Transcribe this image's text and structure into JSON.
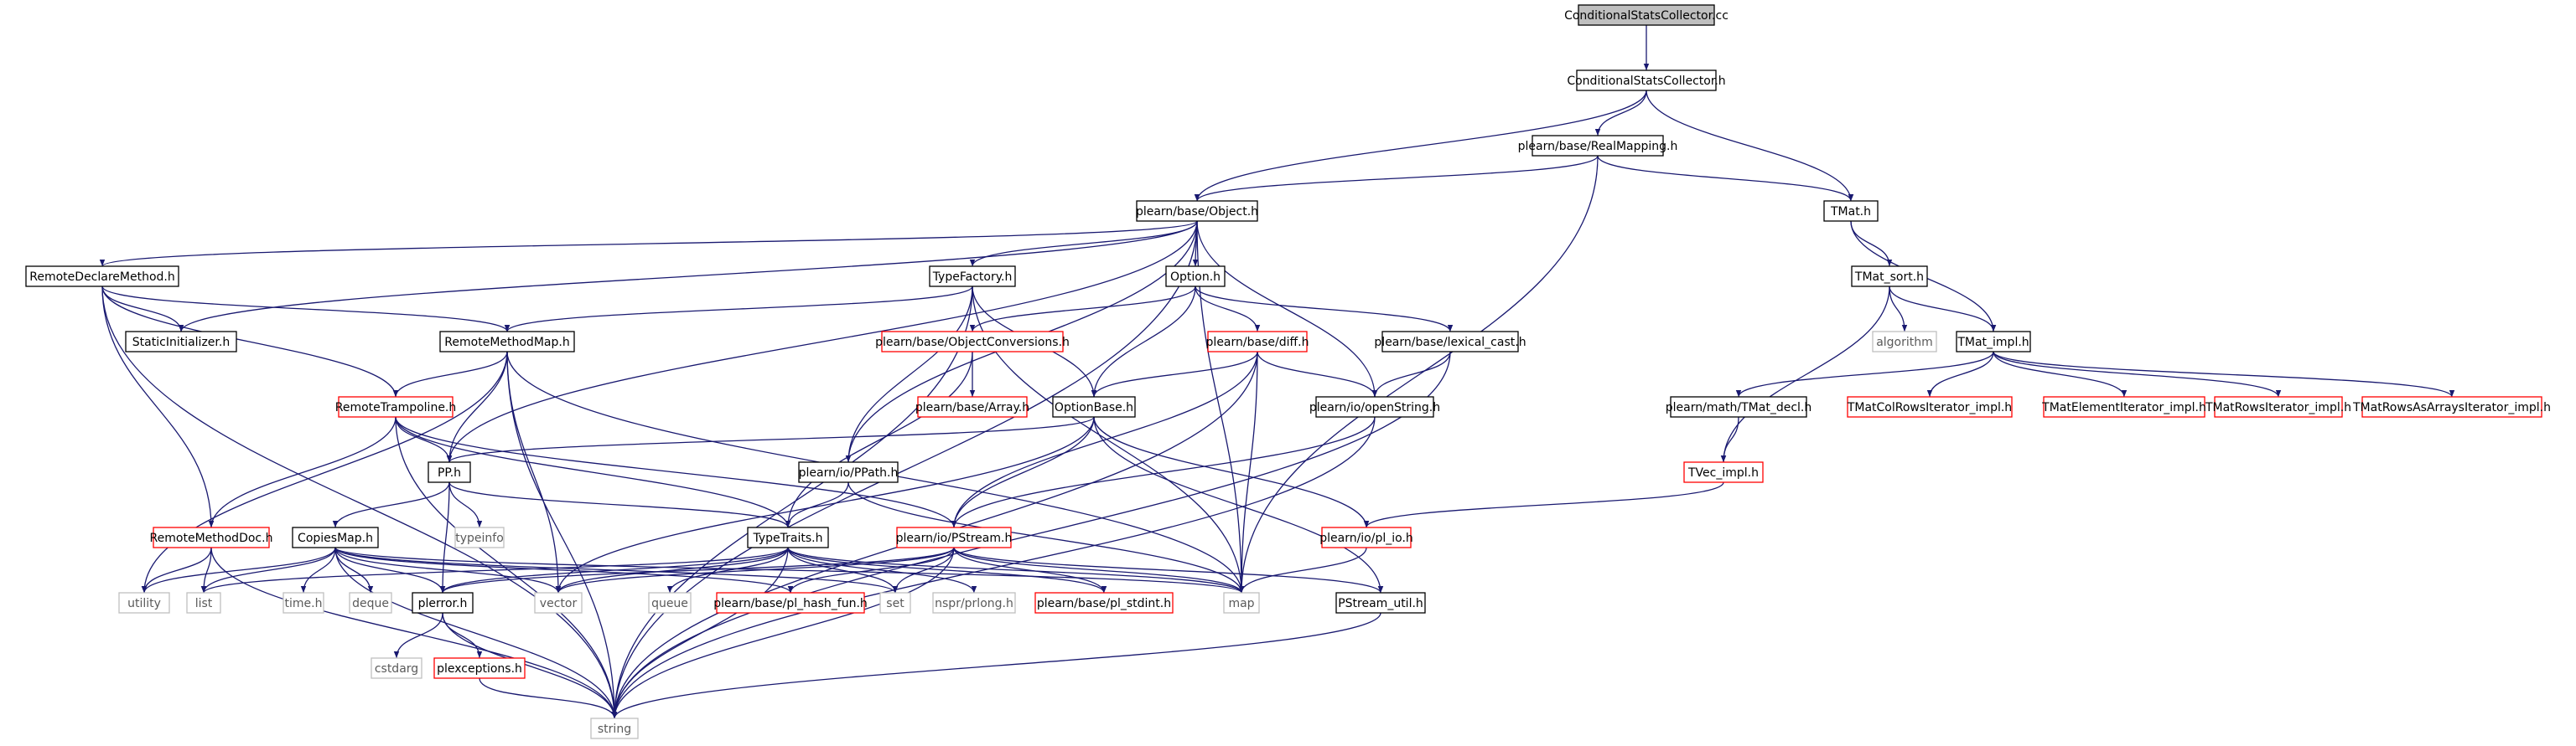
{
  "diagram": {
    "type": "include-dependency-graph",
    "colors": {
      "edge": "#191970",
      "node_border": "#000000",
      "node_border_incomplete": "#ff0000",
      "node_border_system": "#bfbfbf",
      "root_fill": "#bfbfbf",
      "node_fill": "#ffffff",
      "text_normal": "#000000",
      "text_system": "#5a5a5a"
    },
    "nodes": [
      {
        "id": "root",
        "label": "ConditionalStatsCollector.cc",
        "kind": "root"
      },
      {
        "id": "csch",
        "label": "ConditionalStatsCollector.h",
        "kind": "normal"
      },
      {
        "id": "realmap",
        "label": "plearn/base/RealMapping.h",
        "kind": "normal"
      },
      {
        "id": "object",
        "label": "plearn/base/Object.h",
        "kind": "normal"
      },
      {
        "id": "tmat",
        "label": "TMat.h",
        "kind": "normal"
      },
      {
        "id": "rdm",
        "label": "RemoteDeclareMethod.h",
        "kind": "normal"
      },
      {
        "id": "typefactory",
        "label": "TypeFactory.h",
        "kind": "normal"
      },
      {
        "id": "option",
        "label": "Option.h",
        "kind": "normal"
      },
      {
        "id": "tmatsort",
        "label": "TMat_sort.h",
        "kind": "normal"
      },
      {
        "id": "staticinit",
        "label": "StaticInitializer.h",
        "kind": "normal"
      },
      {
        "id": "rmm",
        "label": "RemoteMethodMap.h",
        "kind": "normal"
      },
      {
        "id": "objconv",
        "label": "plearn/base/ObjectConversions.h",
        "kind": "incomplete"
      },
      {
        "id": "diff",
        "label": "plearn/base/diff.h",
        "kind": "incomplete"
      },
      {
        "id": "lexcast",
        "label": "plearn/base/lexical_cast.h",
        "kind": "normal"
      },
      {
        "id": "algorithm",
        "label": "algorithm",
        "kind": "system"
      },
      {
        "id": "tmatimpl",
        "label": "TMat_impl.h",
        "kind": "normal"
      },
      {
        "id": "rtramp",
        "label": "RemoteTrampoline.h",
        "kind": "incomplete"
      },
      {
        "id": "array",
        "label": "plearn/base/Array.h",
        "kind": "incomplete"
      },
      {
        "id": "optionbase",
        "label": "OptionBase.h",
        "kind": "normal"
      },
      {
        "id": "openstring",
        "label": "plearn/io/openString.h",
        "kind": "normal"
      },
      {
        "id": "tmatdecl",
        "label": "plearn/math/TMat_decl.h",
        "kind": "normal"
      },
      {
        "id": "tmatcol",
        "label": "TMatColRowsIterator_impl.h",
        "kind": "incomplete"
      },
      {
        "id": "tmatelem",
        "label": "TMatElementIterator_impl.h",
        "kind": "incomplete"
      },
      {
        "id": "tmatrows",
        "label": "TMatRowsIterator_impl.h",
        "kind": "incomplete"
      },
      {
        "id": "tmatrowsarr",
        "label": "TMatRowsAsArraysIterator_impl.h",
        "kind": "incomplete"
      },
      {
        "id": "pp",
        "label": "PP.h",
        "kind": "normal"
      },
      {
        "id": "typeinfo",
        "label": "typeinfo",
        "kind": "system"
      },
      {
        "id": "ppath",
        "label": "plearn/io/PPath.h",
        "kind": "normal"
      },
      {
        "id": "tvecimpl",
        "label": "TVec_impl.h",
        "kind": "incomplete"
      },
      {
        "id": "rmdoc",
        "label": "RemoteMethodDoc.h",
        "kind": "incomplete"
      },
      {
        "id": "copiesmap",
        "label": "CopiesMap.h",
        "kind": "normal"
      },
      {
        "id": "typetraits",
        "label": "TypeTraits.h",
        "kind": "normal"
      },
      {
        "id": "pstream",
        "label": "plearn/io/PStream.h",
        "kind": "incomplete"
      },
      {
        "id": "pliо",
        "label": "plearn/io/pl_io.h",
        "kind": "incomplete"
      },
      {
        "id": "utility",
        "label": "utility",
        "kind": "system"
      },
      {
        "id": "list",
        "label": "list",
        "kind": "system"
      },
      {
        "id": "timeh",
        "label": "time.h",
        "kind": "system"
      },
      {
        "id": "deque",
        "label": "deque",
        "kind": "system"
      },
      {
        "id": "plerror",
        "label": "plerror.h",
        "kind": "normal"
      },
      {
        "id": "vector",
        "label": "vector",
        "kind": "system"
      },
      {
        "id": "queue",
        "label": "queue",
        "kind": "system"
      },
      {
        "id": "hashfun",
        "label": "plearn/base/pl_hash_fun.h",
        "kind": "incomplete"
      },
      {
        "id": "set",
        "label": "set",
        "kind": "system"
      },
      {
        "id": "nsprlong",
        "label": "nspr/prlong.h",
        "kind": "system"
      },
      {
        "id": "stdint",
        "label": "plearn/base/pl_stdint.h",
        "kind": "incomplete"
      },
      {
        "id": "map",
        "label": "map",
        "kind": "system"
      },
      {
        "id": "pstreamutil",
        "label": "PStream_util.h",
        "kind": "normal"
      },
      {
        "id": "cstdarg",
        "label": "cstdarg",
        "kind": "system"
      },
      {
        "id": "plexceptions",
        "label": "plexceptions.h",
        "kind": "incomplete"
      },
      {
        "id": "string",
        "label": "string",
        "kind": "system"
      }
    ],
    "edges": [
      [
        "root",
        "csch"
      ],
      [
        "csch",
        "object"
      ],
      [
        "csch",
        "realmap"
      ],
      [
        "csch",
        "tmat"
      ],
      [
        "realmap",
        "object"
      ],
      [
        "realmap",
        "tmat"
      ],
      [
        "realmap",
        "map"
      ],
      [
        "object",
        "rdm"
      ],
      [
        "object",
        "staticinit"
      ],
      [
        "object",
        "typefactory"
      ],
      [
        "object",
        "option"
      ],
      [
        "object",
        "pp"
      ],
      [
        "object",
        "ppath"
      ],
      [
        "object",
        "openstring"
      ],
      [
        "object",
        "map"
      ],
      [
        "object",
        "string"
      ],
      [
        "tmat",
        "tmatsort"
      ],
      [
        "tmat",
        "tmatimpl"
      ],
      [
        "rdm",
        "staticinit"
      ],
      [
        "rdm",
        "rmm"
      ],
      [
        "rdm",
        "rtramp"
      ],
      [
        "rdm",
        "rmdoc"
      ],
      [
        "rdm",
        "string"
      ],
      [
        "typefactory",
        "rmm"
      ],
      [
        "typefactory",
        "ppath"
      ],
      [
        "typefactory",
        "optionbase"
      ],
      [
        "typefactory",
        "map"
      ],
      [
        "typefactory",
        "string"
      ],
      [
        "option",
        "objconv"
      ],
      [
        "option",
        "diff"
      ],
      [
        "option",
        "lexcast"
      ],
      [
        "option",
        "optionbase"
      ],
      [
        "tmatsort",
        "algorithm"
      ],
      [
        "tmatsort",
        "tmatimpl"
      ],
      [
        "tmatsort",
        "tvecimpl"
      ],
      [
        "rmm",
        "rtramp"
      ],
      [
        "rmm",
        "pp"
      ],
      [
        "rmm",
        "vector"
      ],
      [
        "rmm",
        "map"
      ],
      [
        "rmm",
        "string"
      ],
      [
        "rmm",
        "utility"
      ],
      [
        "objconv",
        "array"
      ],
      [
        "objconv",
        "typetraits"
      ],
      [
        "diff",
        "optionbase"
      ],
      [
        "diff",
        "openstring"
      ],
      [
        "diff",
        "pstream"
      ],
      [
        "diff",
        "map"
      ],
      [
        "diff",
        "string"
      ],
      [
        "lexcast",
        "openstring"
      ],
      [
        "lexcast",
        "string"
      ],
      [
        "tmatimpl",
        "tmatdecl"
      ],
      [
        "tmatimpl",
        "tmatcol"
      ],
      [
        "tmatimpl",
        "tmatelem"
      ],
      [
        "tmatimpl",
        "tmatrows"
      ],
      [
        "tmatimpl",
        "tmatrowsarr"
      ],
      [
        "rtramp",
        "pp"
      ],
      [
        "rtramp",
        "rmdoc"
      ],
      [
        "rtramp",
        "typetraits"
      ],
      [
        "rtramp",
        "pstream"
      ],
      [
        "rtramp",
        "string"
      ],
      [
        "optionbase",
        "pp"
      ],
      [
        "optionbase",
        "pstream"
      ],
      [
        "optionbase",
        "pliо"
      ],
      [
        "optionbase",
        "pstreamutil"
      ],
      [
        "optionbase",
        "vector"
      ],
      [
        "openstring",
        "pstream"
      ],
      [
        "openstring",
        "string"
      ],
      [
        "tmatdecl",
        "tvecimpl"
      ],
      [
        "pp",
        "copiesmap"
      ],
      [
        "pp",
        "typeinfo"
      ],
      [
        "pp",
        "typetraits"
      ],
      [
        "pp",
        "plerror"
      ],
      [
        "ppath",
        "typetraits"
      ],
      [
        "ppath",
        "map"
      ],
      [
        "tvecimpl",
        "pliо"
      ],
      [
        "rmdoc",
        "utility"
      ],
      [
        "rmdoc",
        "list"
      ],
      [
        "rmdoc",
        "string"
      ],
      [
        "copiesmap",
        "utility"
      ],
      [
        "copiesmap",
        "list"
      ],
      [
        "copiesmap",
        "timeh"
      ],
      [
        "copiesmap",
        "deque"
      ],
      [
        "copiesmap",
        "plerror"
      ],
      [
        "copiesmap",
        "vector"
      ],
      [
        "copiesmap",
        "set"
      ],
      [
        "copiesmap",
        "map"
      ],
      [
        "copiesmap",
        "hashfun"
      ],
      [
        "copiesmap",
        "string"
      ],
      [
        "typetraits",
        "list"
      ],
      [
        "typetraits",
        "vector"
      ],
      [
        "typetraits",
        "queue"
      ],
      [
        "typetraits",
        "set"
      ],
      [
        "typetraits",
        "map"
      ],
      [
        "typetraits",
        "string"
      ],
      [
        "typetraits",
        "plerror"
      ],
      [
        "typetraits",
        "nsprlong"
      ],
      [
        "typetraits",
        "stdint"
      ],
      [
        "pstream",
        "plerror"
      ],
      [
        "pstream",
        "hashfun"
      ],
      [
        "pstream",
        "set"
      ],
      [
        "pstream",
        "stdint"
      ],
      [
        "pstream",
        "map"
      ],
      [
        "pstream",
        "pstreamutil"
      ],
      [
        "pstream",
        "vector"
      ],
      [
        "pstream",
        "string"
      ],
      [
        "pliо",
        "map"
      ],
      [
        "plerror",
        "cstdarg"
      ],
      [
        "plerror",
        "plexceptions"
      ],
      [
        "plerror",
        "string"
      ],
      [
        "plexceptions",
        "string"
      ],
      [
        "pstreamutil",
        "string"
      ]
    ]
  }
}
